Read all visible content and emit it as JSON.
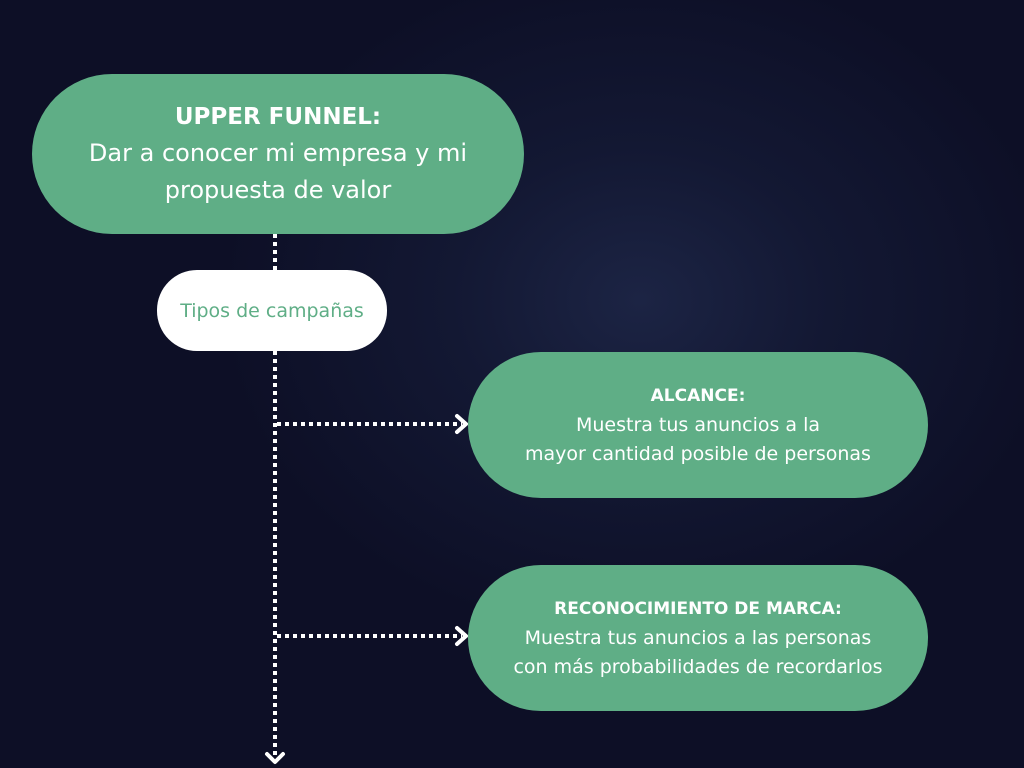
{
  "diagram": {
    "root": {
      "title": "UPPER FUNNEL:",
      "description": "Dar a conocer mi empresa y mi propuesta de valor"
    },
    "branch_label": "Tipos de campañas",
    "campaigns": [
      {
        "title": "ALCANCE:",
        "description": "Muestra tus anuncios a la\nmayor cantidad posible de personas"
      },
      {
        "title": "RECONOCIMIENTO DE MARCA:",
        "description": "Muestra tus anuncios a las personas\ncon más probabilidades de recordarlos"
      }
    ],
    "colors": {
      "background": "#0d0f26",
      "node": "#5fae86",
      "label_background": "#ffffff",
      "text": "#ffffff",
      "connector": "#ffffff"
    }
  }
}
